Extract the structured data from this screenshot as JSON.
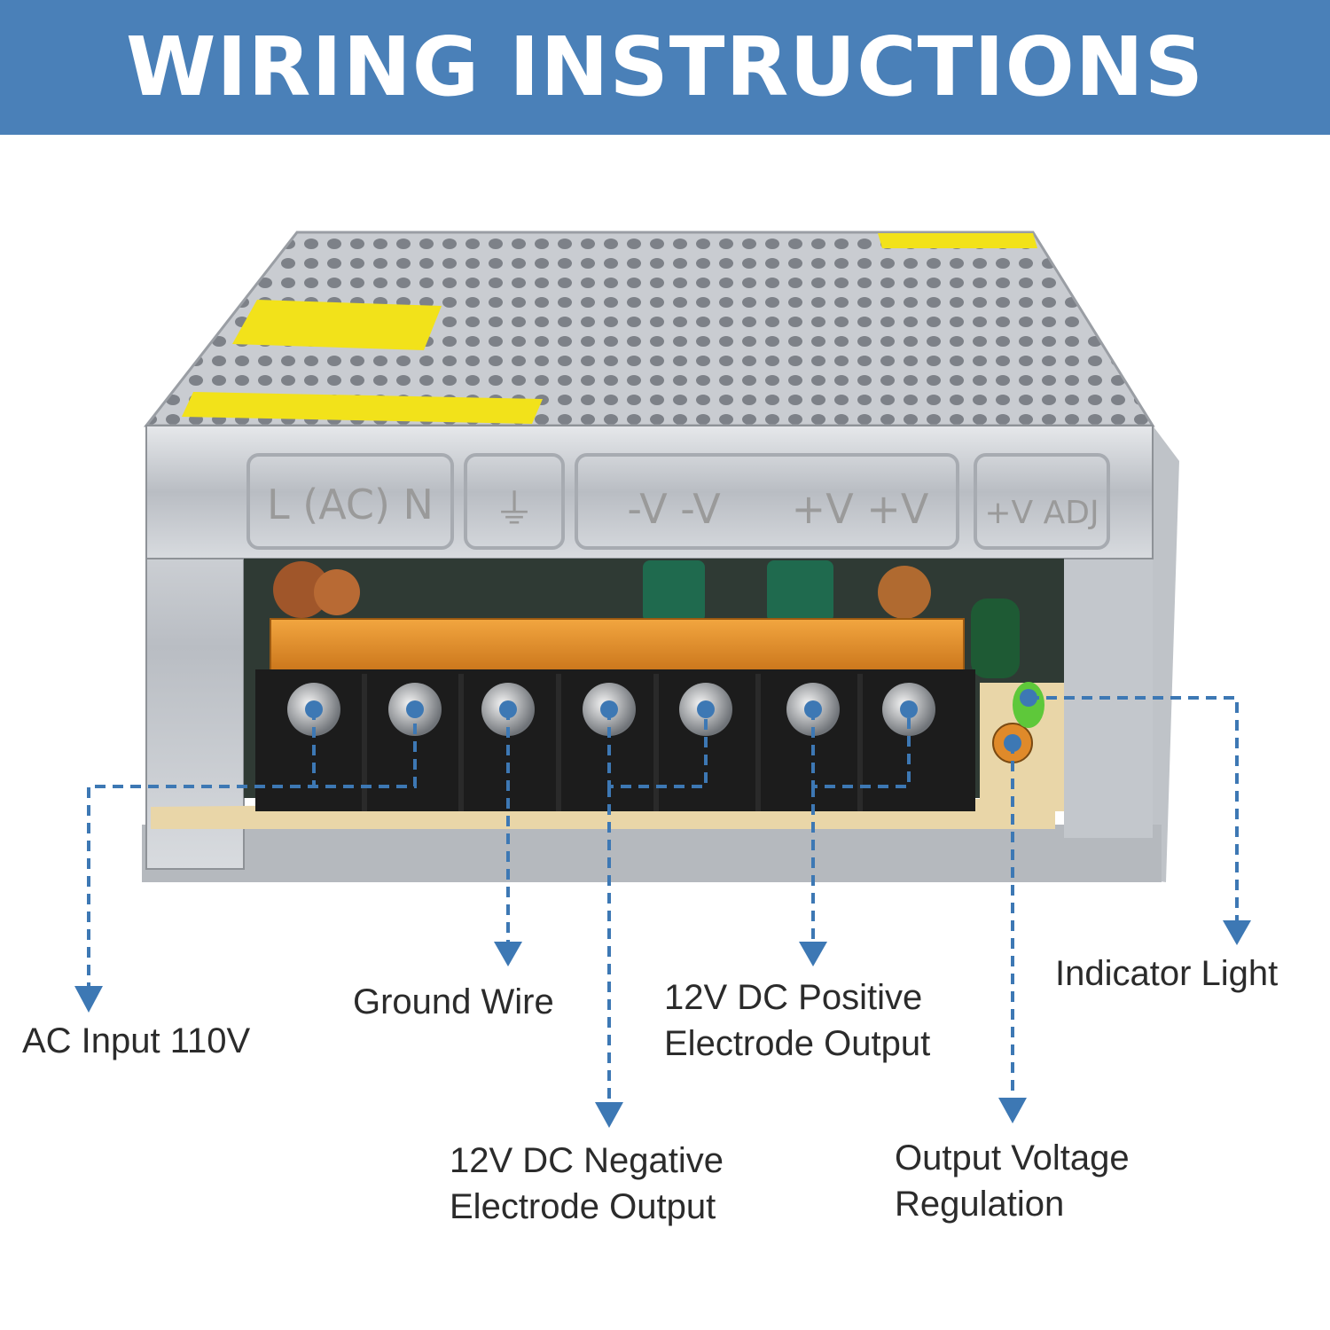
{
  "header": {
    "title": "WIRING INSTRUCTIONS"
  },
  "terminal_markings": {
    "ac": "L (AC) N",
    "ground": "⏚",
    "negative": "-V -V",
    "positive": "+V +V",
    "adjust": "+V ADJ"
  },
  "labels": {
    "ac_input": "AC Input 110V",
    "ground_wire": "Ground Wire",
    "negative": [
      "12V DC Negative",
      "Electrode Output"
    ],
    "positive": [
      "12V DC Positive",
      "Electrode Output"
    ],
    "voltage_regulation": [
      "Output Voltage",
      "Regulation"
    ],
    "indicator_light": "Indicator Light"
  },
  "colors": {
    "banner": "#4a80b8",
    "callout": "#3d78b4",
    "terminal_cover": "#e8901f",
    "led": "#5ec83a"
  }
}
